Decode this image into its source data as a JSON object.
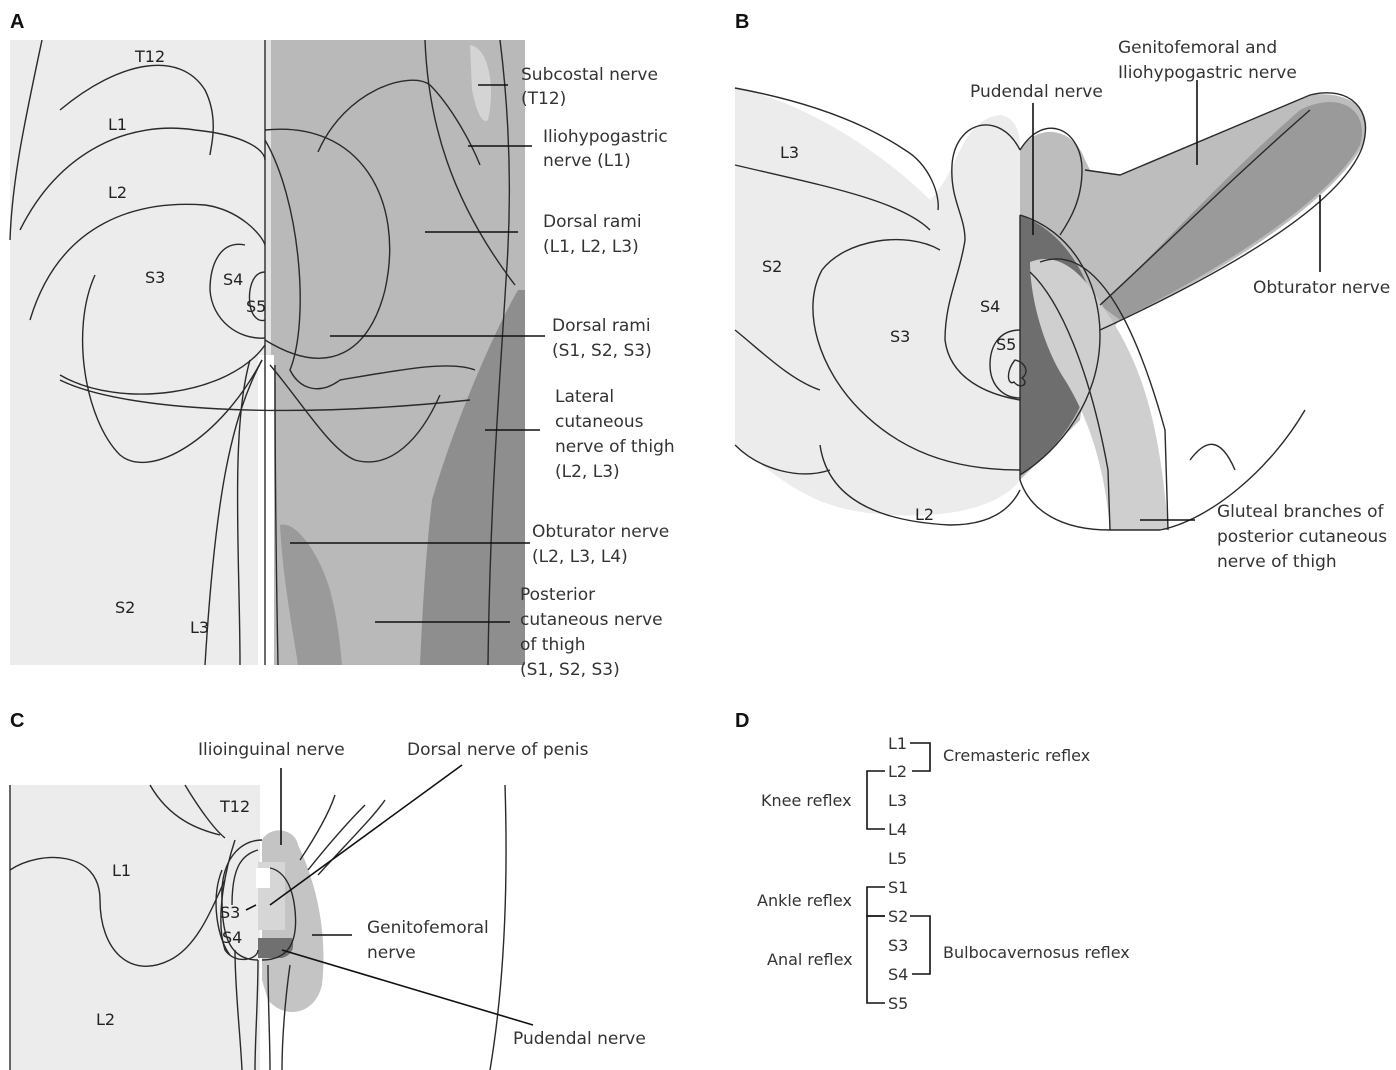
{
  "panels": {
    "a": {
      "label": "A",
      "dermatomes": [
        "T12",
        "L1",
        "L2",
        "S3",
        "S4",
        "S5",
        "S2",
        "L3"
      ],
      "annotations": [
        [
          "Subcostal nerve",
          "(T12)"
        ],
        [
          "Iliohypogastric",
          "nerve (L1)"
        ],
        [
          "Dorsal rami",
          "(L1, L2, L3)"
        ],
        [
          "Dorsal rami",
          "(S1, S2, S3)"
        ],
        [
          "Lateral",
          "cutaneous",
          "nerve of thigh",
          "(L2, L3)"
        ],
        [
          "Obturator nerve",
          "(L2, L3, L4)"
        ],
        [
          "Posterior",
          "cutaneous nerve",
          "of thigh",
          "(S1, S2, S3)"
        ]
      ]
    },
    "b": {
      "label": "B",
      "dermatomes": [
        "L3",
        "S2",
        "S4",
        "S3",
        "S5",
        "L2"
      ],
      "annotations": [
        [
          "Genitofemoral and",
          "Iliohypogastric nerve"
        ],
        [
          "Pudendal nerve"
        ],
        [
          "Obturator nerve"
        ],
        [
          "Gluteal branches of",
          "posterior cutaneous",
          "nerve of thigh"
        ]
      ]
    },
    "c": {
      "label": "C",
      "dermatomes": [
        "T12",
        "L1",
        "S3",
        "S4",
        "L2"
      ],
      "annotations": [
        [
          "Ilioinguinal nerve"
        ],
        [
          "Dorsal nerve of penis"
        ],
        [
          "Genitofemoral",
          "nerve"
        ],
        [
          "Pudendal nerve"
        ]
      ]
    },
    "d": {
      "label": "D",
      "levels": [
        "L1",
        "L2",
        "L3",
        "L4",
        "L5",
        "S1",
        "S2",
        "S3",
        "S4",
        "S5"
      ],
      "reflexes": {
        "cremasteric": "Cremasteric reflex",
        "knee": "Knee reflex",
        "ankle": "Ankle reflex",
        "anal": "Anal reflex",
        "bulbocavernosus": "Bulbocavernosus reflex"
      }
    }
  },
  "colors": {
    "light": "#ececec",
    "medium": "#b9b9b9",
    "medium_dark": "#9a9a9a",
    "dark": "#707070",
    "line": "#2a2a2a"
  }
}
